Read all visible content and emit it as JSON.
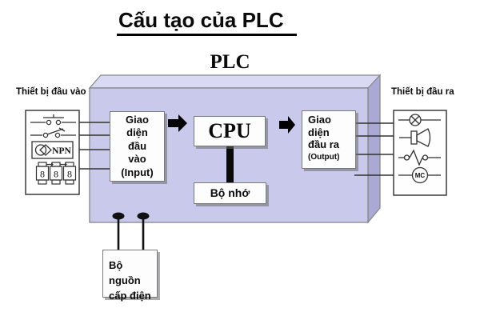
{
  "page_title": "Cấu tạo của PLC",
  "plc": {
    "label": "PLC"
  },
  "input_devices": {
    "label": "Thiết bị đầu vào",
    "sensor_label": "NPN",
    "digits": [
      "8",
      "8",
      "8"
    ]
  },
  "output_devices": {
    "label": "Thiết bị đầu ra",
    "motor_label": "MC"
  },
  "input_interface": {
    "l1": "Giao",
    "l2": "diện",
    "l3": "đầu",
    "l4": "vào",
    "l5": "(Input)"
  },
  "cpu": {
    "label": "CPU"
  },
  "memory": {
    "label": "Bộ nhớ"
  },
  "output_interface": {
    "l1": "Giao",
    "l2": "diện",
    "l3": "đầu ra",
    "l4": "(Output)"
  },
  "power": {
    "l1": "Bộ nguồn",
    "l2": "cấp điện"
  },
  "colors": {
    "plc_front": "#c9c9ec",
    "plc_top": "#d9d9f3",
    "plc_side": "#a9a9d4",
    "wire": "#333333",
    "arrow": "#000000",
    "box_border": "#7a7a7a"
  }
}
